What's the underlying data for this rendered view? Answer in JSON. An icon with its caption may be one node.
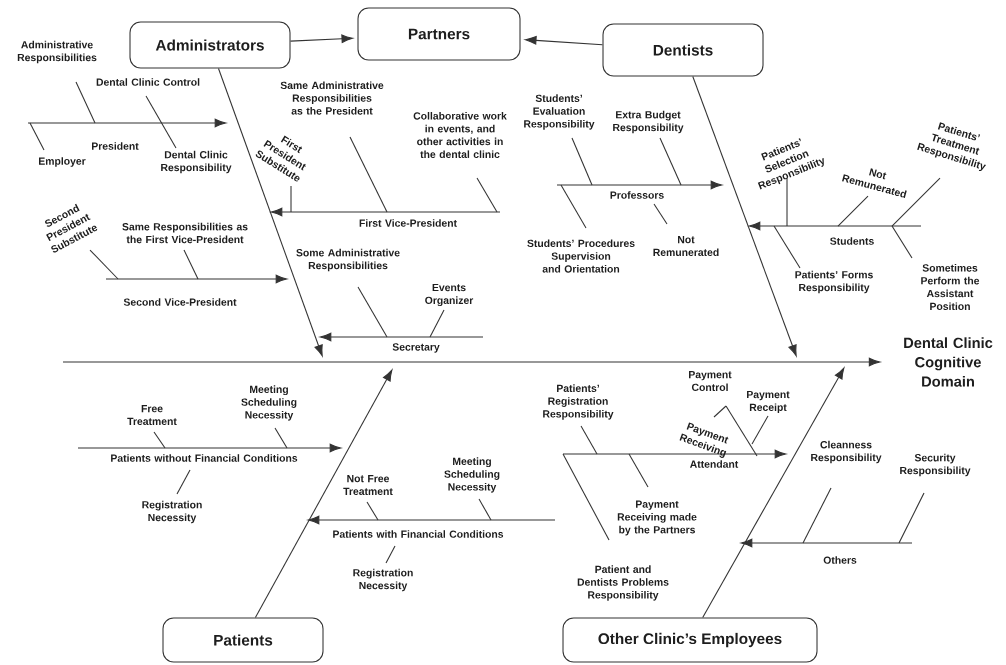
{
  "diagram": {
    "nodes": [
      {
        "text": [
          "Administrators"
        ]
      },
      {
        "text": [
          "Partners"
        ]
      },
      {
        "text": [
          "Dentists"
        ]
      },
      {
        "text": [
          "Dental Clinic Cognitive Domain"
        ]
      },
      {
        "text": [
          "Patients"
        ]
      },
      {
        "text": [
          "Other Clinic’s Employees"
        ]
      }
    ],
    "edges": [
      {
        "from": 0,
        "to": 1,
        "arrow": "to"
      },
      {
        "from": 2,
        "to": 1,
        "arrow": "to"
      },
      {
        "from": 0,
        "to": null,
        "arrow": "to"
      },
      {
        "from": 2,
        "to": null,
        "arrow": "to"
      },
      {
        "from": 4,
        "to": null,
        "arrow": "to"
      },
      {
        "from": 5,
        "to": null,
        "arrow": "to"
      },
      {
        "from": null,
        "to": 3,
        "arrow": "to"
      }
    ],
    "labels": [
      "Administrative Responsibilities",
      "Dental Clinic Control",
      "President",
      "Employer",
      "Dental Clinic Responsibility",
      "Same Administrative Responsibilities as the President",
      "Collaborative work in events, and other activities in the dental clinic",
      "First President Substitute",
      "First Vice-President",
      "Second President Substitute",
      "Same Responsibilities as the First Vice-President",
      "Second Vice-President",
      "Some Administrative Responsibilities",
      "Events Organizer",
      "Secretary",
      "Students’ Evaluation Responsibility",
      "Extra Budget Responsibility",
      "Professors",
      "Students’ Procedures Supervision and Orientation",
      "Not Remunerated",
      "Patients’ Selection Responsibility",
      "Not Remunerated",
      "Patients’ Treatment Responsibility",
      "Students",
      "Patients’ Forms Responsibility",
      "Sometimes Perform the Assistant Position",
      "Free Treatment",
      "Meeting Scheduling Necessity",
      "Patients without Financial Conditions",
      "Registration Necessity",
      "Not Free Treatment",
      "Meeting Scheduling Necessity",
      "Patients with Financial Conditions",
      "Registration Necessity",
      "Patients’ Registration Responsibility",
      "Payment Control",
      "Payment Receipt",
      "Payment Receiving",
      "Attendant",
      "Payment Receiving made by the Partners",
      "Patient and Dentists Problems Responsibility",
      "Cleanness Responsibility",
      "Security Responsibility",
      "Others"
    ]
  }
}
